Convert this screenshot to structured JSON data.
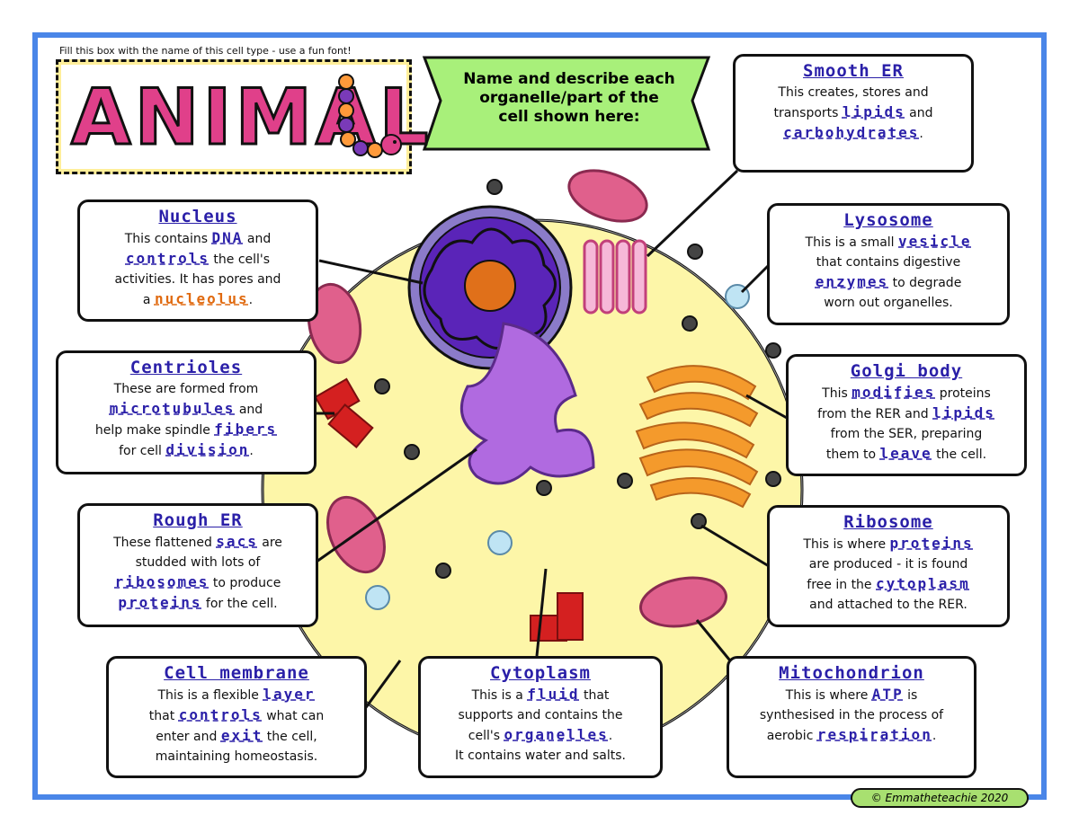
{
  "header": {
    "hint": "Fill this box with the name of this cell type - use a fun font!",
    "cell_type": "ANIMAL",
    "banner_line1": "Name and describe each",
    "banner_line2": "organelle/part of the",
    "banner_line3": "cell shown here:"
  },
  "labels": {
    "smooth_er": {
      "title": "Smooth ER",
      "l1a": "This creates, stores and",
      "l2a": "transports ",
      "k1": "lipids",
      "l2b": " and",
      "k2": "carbohydrates",
      "l3b": "."
    },
    "nucleus": {
      "title": "Nucleus",
      "l1a": "This contains ",
      "k1": "DNA",
      "l1b": " and",
      "k2": "controls",
      "l2b": " the cell's",
      "l3": "activities. It has pores and",
      "l4a": "a ",
      "k3": "nucleolus",
      "l4b": "."
    },
    "lysosome": {
      "title": "Lysosome",
      "l1a": "This is a small ",
      "k1": "vesicle",
      "l2": "that contains digestive",
      "k2": "enzymes",
      "l3b": " to degrade",
      "l4": "worn out organelles."
    },
    "centrioles": {
      "title": "Centrioles",
      "l1": "These are formed from",
      "k1": "microtubules",
      "l2b": " and",
      "l3a": "help make spindle ",
      "k2": "fibers",
      "l4a": "for cell ",
      "k3": "division",
      "l4b": "."
    },
    "golgi": {
      "title": "Golgi body",
      "l1a": "This ",
      "k1": "modifies",
      "l1b": " proteins",
      "l2a": "from the RER and ",
      "k2": "lipids",
      "l3": "from the SER, preparing",
      "l4a": "them to ",
      "k3": "leave",
      "l4b": " the cell."
    },
    "rough_er": {
      "title": "Rough ER",
      "l1a": "These flattened ",
      "k1": "sacs",
      "l1b": " are",
      "l2": "studded with lots of",
      "k2": "ribosomes",
      "l3b": " to produce",
      "k3": "proteins",
      "l4b": " for the cell."
    },
    "ribosome": {
      "title": "Ribosome",
      "l1a": "This is where ",
      "k1": "proteins",
      "l2": "are produced - it is found",
      "l3a": "free in the ",
      "k2": "cytoplasm",
      "l4": "and attached to the RER."
    },
    "cell_membrane": {
      "title": "Cell membrane",
      "l1a": "This is a flexible ",
      "k1": "layer",
      "l2a": "that ",
      "k2": "controls",
      "l2b": " what can",
      "l3a": "enter and ",
      "k3": "exit",
      "l3b": " the cell,",
      "l4": "maintaining homeostasis."
    },
    "cytoplasm": {
      "title": "Cytoplasm",
      "l1a": "This is a ",
      "k1": "fluid",
      "l1b": " that",
      "l2": "supports and contains the",
      "l3a": "cell's ",
      "k2": "organelles",
      "l3b": ".",
      "l4": "It contains water and salts."
    },
    "mitochondrion": {
      "title": "Mitochondrion",
      "l1a": "This is where ",
      "k1": "ATP",
      "l1b": " is",
      "l2": "synthesised in the process of",
      "l3a": "aerobic ",
      "k2": "respiration",
      "l3b": "."
    }
  },
  "footer": {
    "copyright": "© Emmatheteachie 2020"
  },
  "colors": {
    "cytoplasm": "#fdf6a8",
    "nucleus": "#5a24b8",
    "nucleolus": "#e0701a",
    "golgi": "#f49a2c",
    "rough_er": "#b06ae0",
    "mitochondria": "#e0608c",
    "centrioles": "#d42020",
    "ribosome": "#444444",
    "lysosome": "#bfe4f4",
    "frame": "#4a86e8",
    "banner": "#a8f07a",
    "keyword": "#2a1fa8"
  }
}
